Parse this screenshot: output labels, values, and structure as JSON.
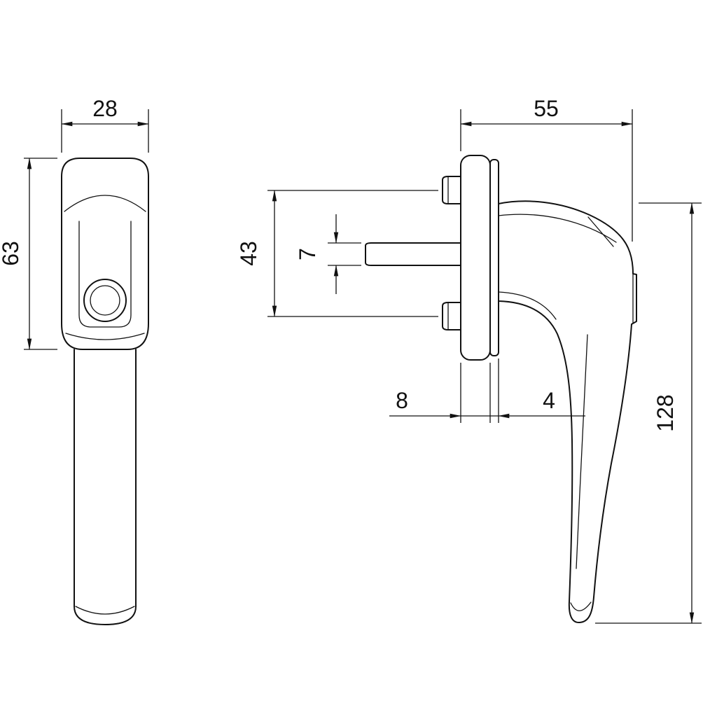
{
  "drawing": {
    "background": "#ffffff",
    "line_color": "#111111",
    "dimensions": {
      "head_width": "28",
      "head_height": "63",
      "handle_depth": "55",
      "fixing_centres": "43",
      "spindle_height": "7",
      "base_offset": "8",
      "plate_thickness": "4",
      "overall_length": "128"
    }
  }
}
